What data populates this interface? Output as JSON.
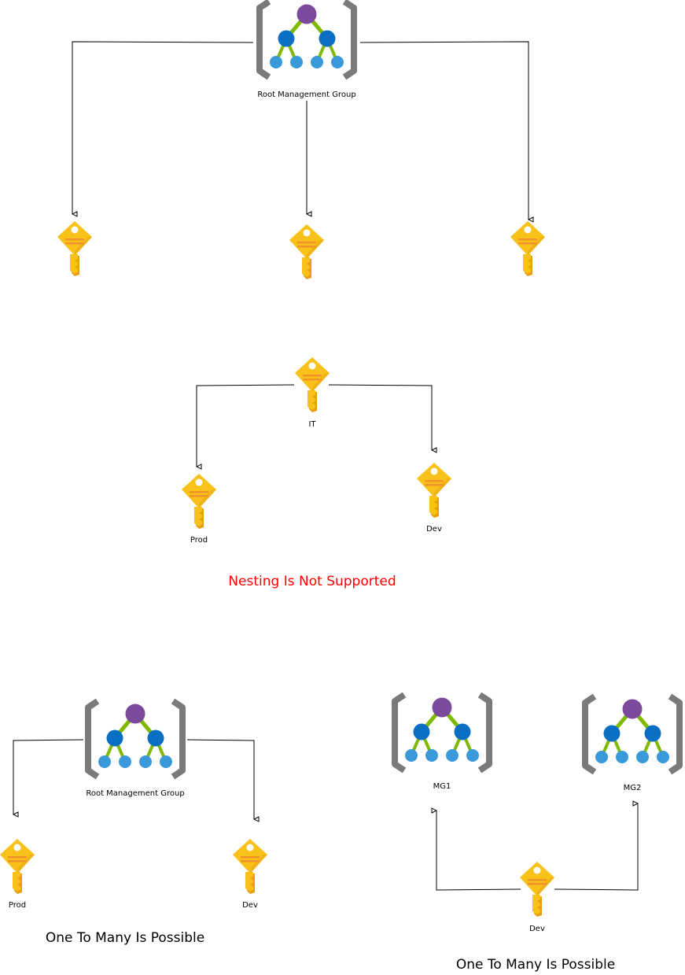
{
  "section1": {
    "root_label": "Root Management Group"
  },
  "section2": {
    "parent_label": "IT",
    "child_left_label": "Prod",
    "child_right_label": "Dev",
    "caption": "Nesting Is Not Supported",
    "caption_color": "#ff0000"
  },
  "section3": {
    "root_label": "Root Management Group",
    "child_left_label": "Prod",
    "child_right_label": "Dev",
    "caption": "One To Many Is Possible"
  },
  "section4": {
    "mg1_label": "MG1",
    "mg2_label": "MG2",
    "sub_label": "Dev",
    "caption": "One To Many Is Possible"
  },
  "colors": {
    "bracket": "#7a7a7a",
    "root_node": "#7b4a9c",
    "mid_node": "#0a6fc2",
    "leaf_node": "#3a9ad9",
    "branch": "#7fb900",
    "key_body": "#f8c21a",
    "key_shadow": "#e89d12",
    "key_slot": "#f0932b"
  },
  "icons": {
    "management_group": "management-group-icon",
    "subscription": "subscription-key-icon"
  }
}
